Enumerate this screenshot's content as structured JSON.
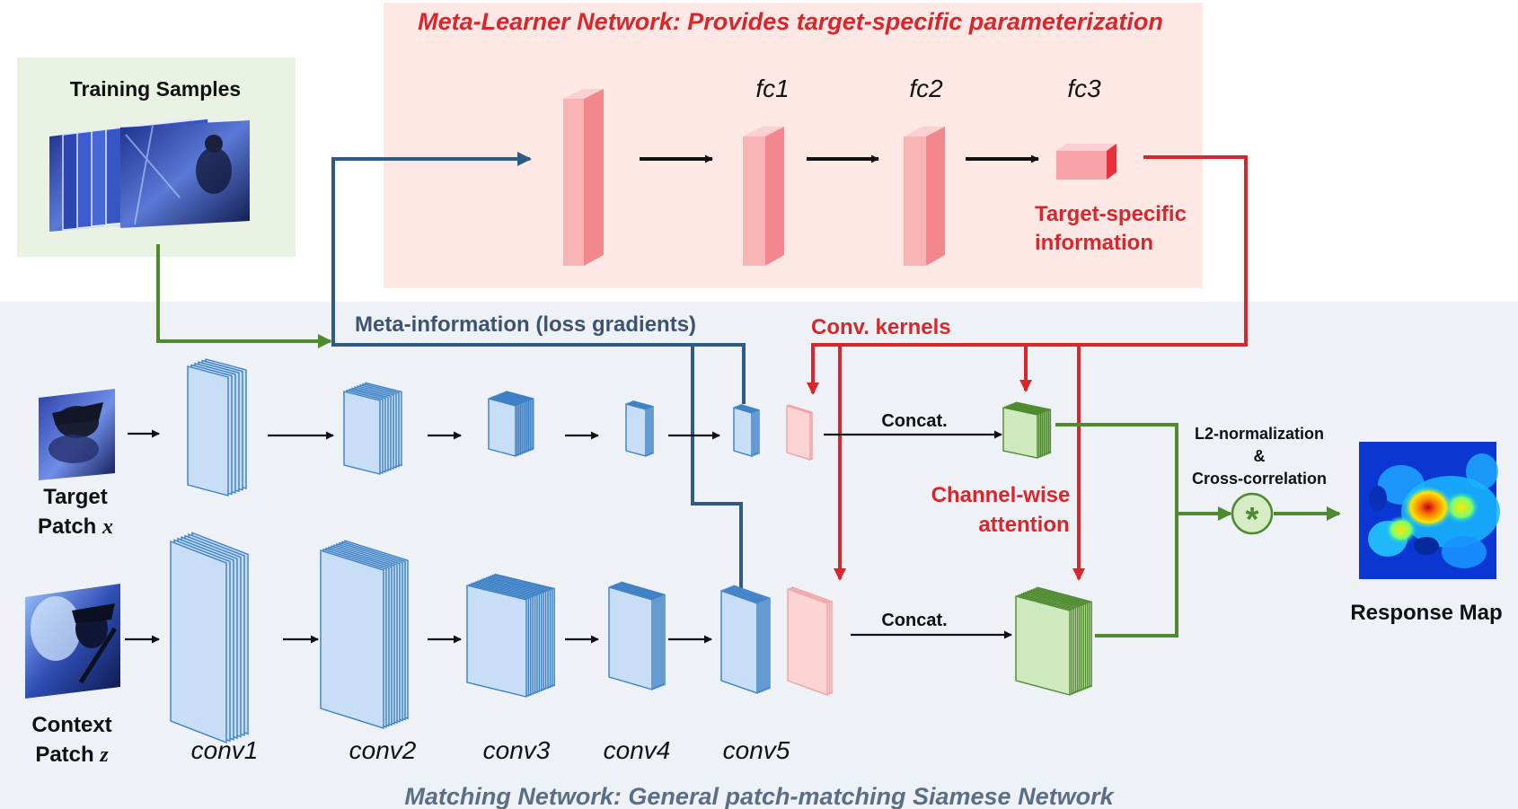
{
  "meta_learner": {
    "title": "Meta-Learner Network: Provides target-specific parameterization",
    "layers": [
      "fc1",
      "fc2",
      "fc3"
    ],
    "target_info_line1": "Target-specific",
    "target_info_line2": "information"
  },
  "training": {
    "label": "Training Samples"
  },
  "matching": {
    "title": "Matching Network: General patch-matching Siamese Network",
    "meta_info": "Meta-information (loss gradients)",
    "conv_kernels": "Conv. kernels",
    "concat_top": "Concat.",
    "concat_bottom": "Concat.",
    "attention_line1": "Channel-wise",
    "attention_line2": "attention",
    "l2_line1": "L2-normalization",
    "l2_line2": "&",
    "l2_line3": "Cross-correlation",
    "corr_symbol": "*",
    "response_label": "Response Map",
    "target_patch_line1": "Target",
    "target_patch_line2": "Patch",
    "target_patch_var": "x",
    "context_patch_line1": "Context",
    "context_patch_line2": "Patch",
    "context_patch_var": "z",
    "conv_labels": [
      "conv1",
      "conv2",
      "conv3",
      "conv4",
      "conv5"
    ]
  },
  "colors": {
    "meta_bg": "#fde8e6",
    "train_bg": "#eaf3e3",
    "match_bg": "#eef2f7",
    "red": "#d9262b",
    "blue": "#2e5b85",
    "green": "#4f8a2f",
    "conv_fill": "#c7def6",
    "conv_edge": "#3b7fc4",
    "fc_fill": "#f9b7b7",
    "green_fill": "#cfe9bf"
  }
}
